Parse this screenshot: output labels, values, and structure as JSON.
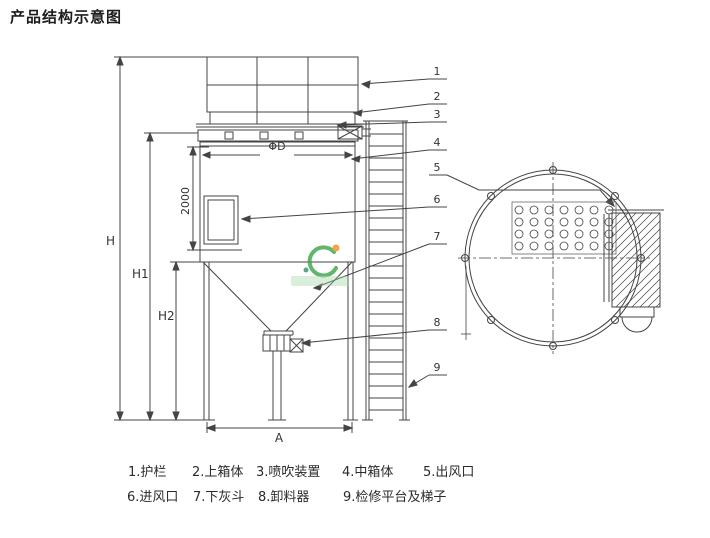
{
  "page": {
    "title": "产品结构示意图"
  },
  "colors": {
    "line": "#444444",
    "watermark_green": "#3aa54a",
    "watermark_orange": "#f28c1e"
  },
  "diagram": {
    "dims": {
      "H": "H",
      "H1": "H1",
      "H2": "H2",
      "two_thousand": "2000",
      "phi_d": "ΦD",
      "A": "A"
    },
    "parts": [
      {
        "num": "1"
      },
      {
        "num": "2"
      },
      {
        "num": "3"
      },
      {
        "num": "4"
      },
      {
        "num": "5"
      },
      {
        "num": "6"
      },
      {
        "num": "7"
      },
      {
        "num": "8"
      },
      {
        "num": "9"
      }
    ]
  },
  "legend": {
    "row1": [
      {
        "text": "1.护栏"
      },
      {
        "text": "2.上箱体"
      },
      {
        "text": "3.喷吹装置"
      },
      {
        "text": "4.中箱体"
      },
      {
        "text": "5.出风口"
      }
    ],
    "row2": [
      {
        "text": "6.进风口"
      },
      {
        "text": "7.下灰斗"
      },
      {
        "text": "8.卸料器"
      },
      {
        "text": "9.检修平台及梯子"
      }
    ]
  }
}
